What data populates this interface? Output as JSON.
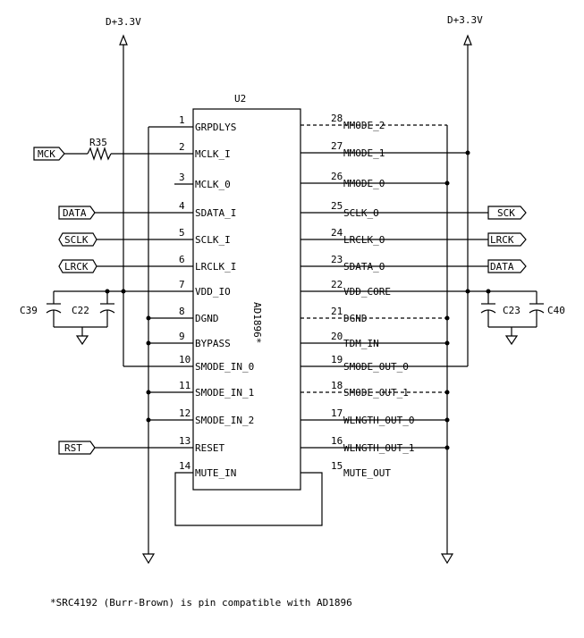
{
  "power": {
    "left_rail": "D+3.3V",
    "right_rail": "D+3.3V"
  },
  "chip": {
    "ref": "U2",
    "part": "AD1896*"
  },
  "resistor": "R35",
  "capacitors": {
    "c39": "C39",
    "c22": "C22",
    "c23": "C23",
    "c40": "C40"
  },
  "ports": {
    "mck": "MCK",
    "data_in": "DATA",
    "sclk_in": "SCLK",
    "lrck_in": "LRCK",
    "rst": "RST",
    "sck_out": "SCK",
    "lrck_out": "LRCK",
    "data_out": "DATA"
  },
  "pins_left": [
    {
      "num": "1",
      "name": "GRPDLYS"
    },
    {
      "num": "2",
      "name": "MCLK_I"
    },
    {
      "num": "3",
      "name": "MCLK_0"
    },
    {
      "num": "4",
      "name": "SDATA_I"
    },
    {
      "num": "5",
      "name": "SCLK_I"
    },
    {
      "num": "6",
      "name": "LRCLK_I"
    },
    {
      "num": "7",
      "name": "VDD_IO"
    },
    {
      "num": "8",
      "name": "DGND"
    },
    {
      "num": "9",
      "name": "BYPASS"
    },
    {
      "num": "10",
      "name": "SMODE_IN_0"
    },
    {
      "num": "11",
      "name": "SMODE_IN_1"
    },
    {
      "num": "12",
      "name": "SMODE_IN_2"
    },
    {
      "num": "13",
      "name": "RESET"
    },
    {
      "num": "14",
      "name": "MUTE_IN"
    }
  ],
  "pins_right": [
    {
      "num": "28",
      "name": "MMODE_2"
    },
    {
      "num": "27",
      "name": "MMODE_1"
    },
    {
      "num": "26",
      "name": "MMODE_0"
    },
    {
      "num": "25",
      "name": "SCLK_O"
    },
    {
      "num": "24",
      "name": "LRCLK_O"
    },
    {
      "num": "23",
      "name": "SDATA_O"
    },
    {
      "num": "22",
      "name": "VDD_CORE"
    },
    {
      "num": "21",
      "name": "DGND"
    },
    {
      "num": "20",
      "name": "TDM_IN"
    },
    {
      "num": "19",
      "name": "SMODE_OUT_0"
    },
    {
      "num": "18",
      "name": "SMODE_OUT_1"
    },
    {
      "num": "17",
      "name": "WLNGTH_OUT_0"
    },
    {
      "num": "16",
      "name": "WLNGTH_OUT_1"
    },
    {
      "num": "15",
      "name": "MUTE_OUT"
    }
  ],
  "footnote": "*SRC4192 (Burr-Brown) is pin compatible with AD1896"
}
